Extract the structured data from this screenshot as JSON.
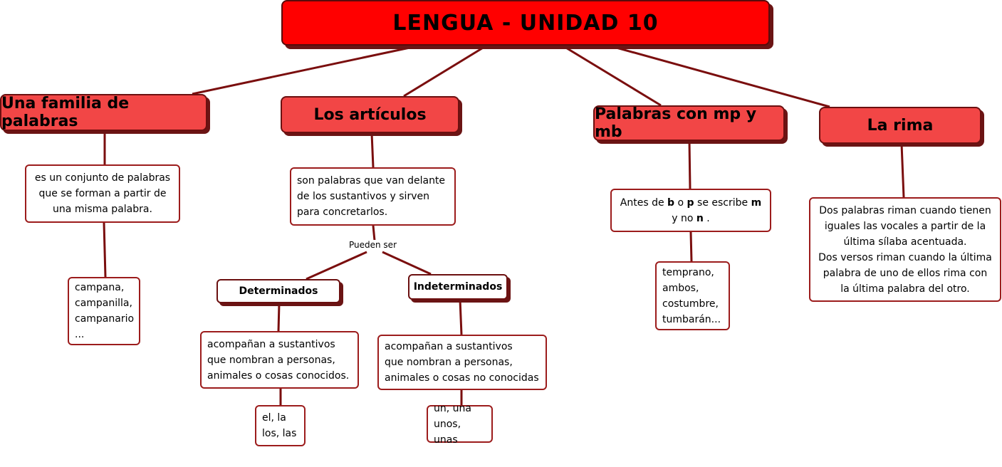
{
  "title": "LENGUA - UNIDAD 10",
  "topics": {
    "familia": "Una familia de palabras",
    "articulos": "Los artículos",
    "mpmb": "Palabras con mp y mb",
    "rima": "La rima"
  },
  "familia": {
    "definition": "es un conjunto de palabras\nque se forman a partir de\nuna misma palabra.",
    "examples": "campana,\ncampanilla,\ncampanario\n..."
  },
  "articulos": {
    "definition": "son palabras que van delante\nde los sustantivos y sirven\npara concretarlos.",
    "link_label": "Pueden ser",
    "determinados": {
      "label": "Determinados",
      "definition": "acompañan a sustantivos\nque nombran a personas,\nanimales o cosas conocidos.",
      "examples": "el, la\nlos, las"
    },
    "indeterminados": {
      "label": "Indeterminados",
      "definition": "acompañan a sustantivos\nque nombran a personas,\nanimales o cosas no conocidas",
      "examples": "un, una\nunos, unas"
    }
  },
  "mpmb": {
    "rule": {
      "part1": "Antes de ",
      "b": "b",
      "part2": " o ",
      "p": "p",
      "part3": " se escribe ",
      "m": "m",
      "part4": "y no ",
      "n": "n",
      "part5": " ."
    },
    "examples": "temprano,\nambos,\ncostumbre,\ntumbarán..."
  },
  "rima": {
    "definition": "Dos palabras riman cuando tienen\niguales las vocales a partir de la\núltima sílaba acentuada.\nDos versos riman cuando la última\npalabra de uno de ellos rima con\nla última palabra del otro."
  },
  "colors": {
    "title_fill": "#ff0000",
    "topic_fill": "#f24646",
    "connector": "#7a0e0e",
    "box_border": "#9c1c1c"
  }
}
